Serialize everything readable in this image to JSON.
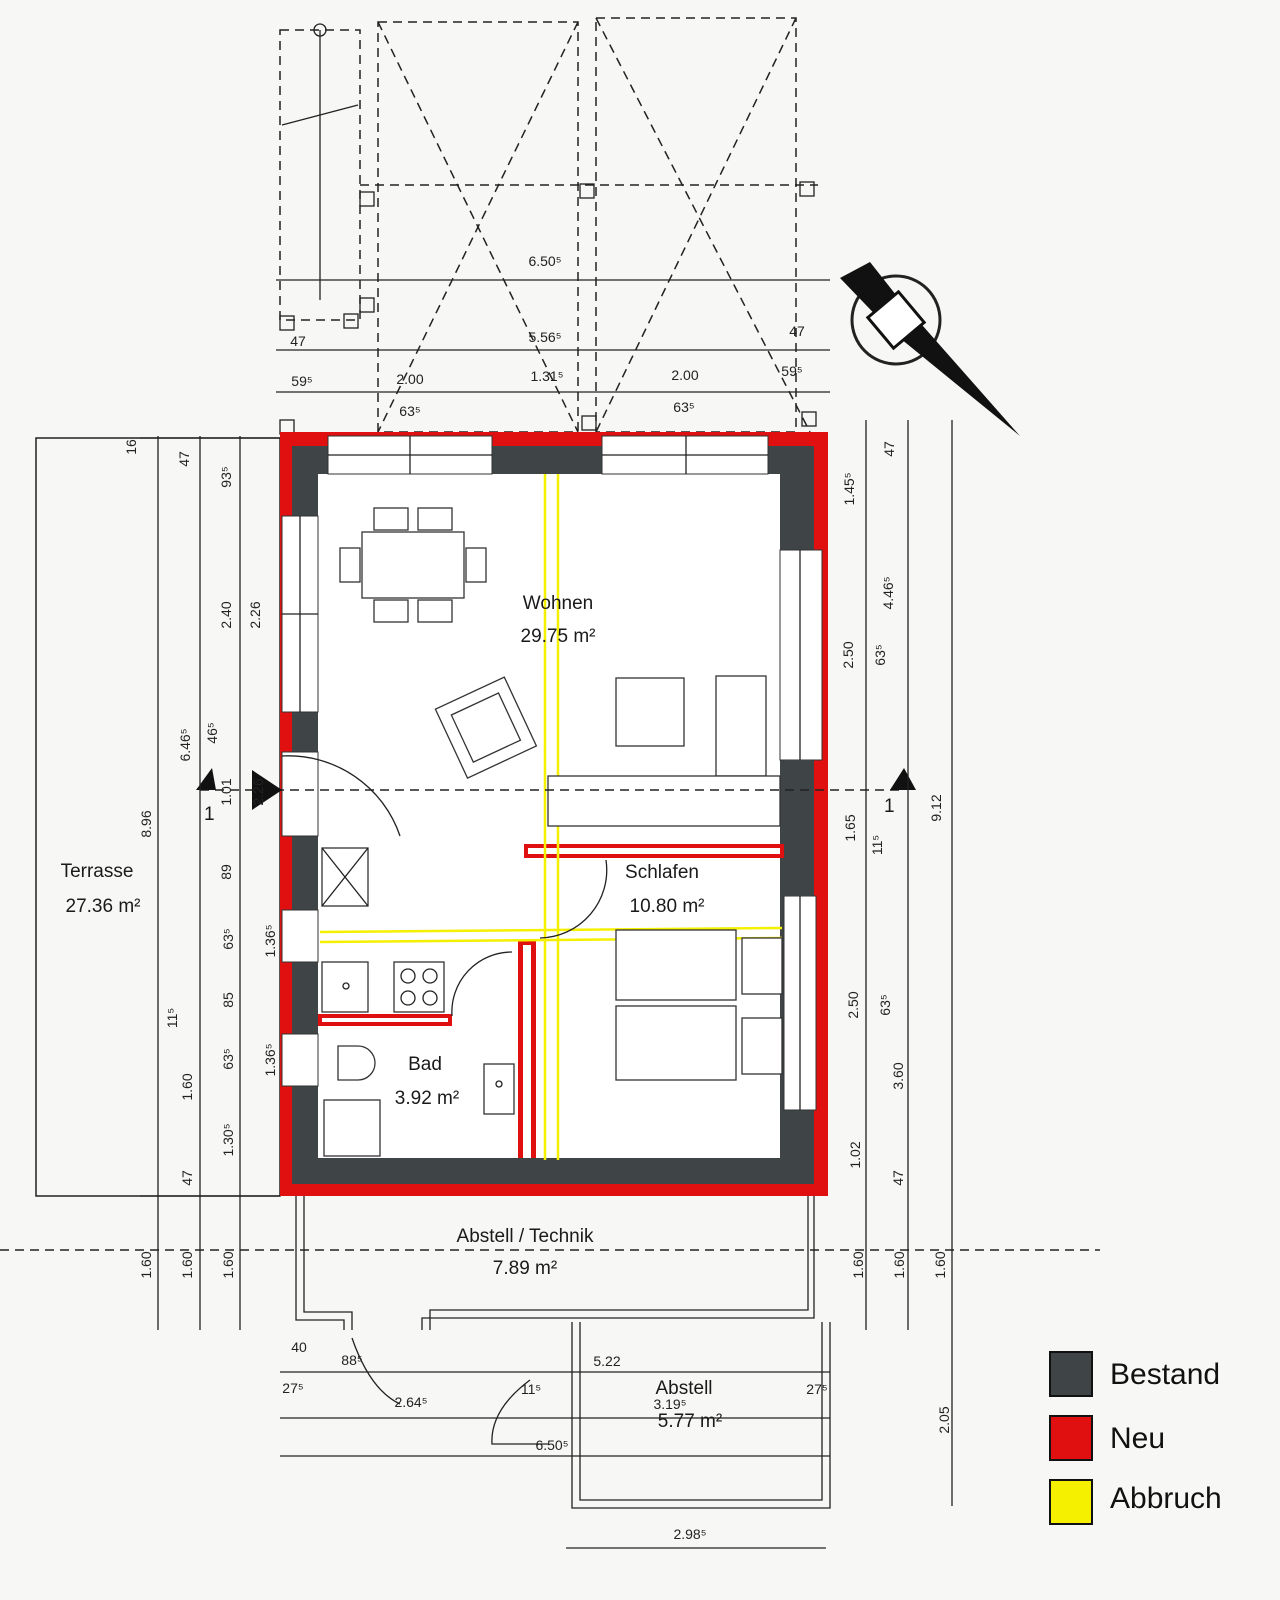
{
  "rooms": {
    "wohnen": {
      "name": "Wohnen",
      "area": "29.75 m²"
    },
    "schlafen": {
      "name": "Schlafen",
      "area": "10.80 m²"
    },
    "bad": {
      "name": "Bad",
      "area": "3.92 m²"
    },
    "terrasse": {
      "name": "Terrasse",
      "area": "27.36 m²"
    },
    "abstell_technik": {
      "name": "Abstell / Technik",
      "area": "7.89 m²"
    },
    "abstell": {
      "name": "Abstell",
      "area": "5.77 m²"
    }
  },
  "section_markers": [
    "1",
    "1"
  ],
  "dimensions": [
    "6.50⁵",
    "5.56⁵",
    "47",
    "47",
    "59⁵",
    "2.00",
    "1.31⁵",
    "2.00",
    "59⁵",
    "63⁵",
    "63⁵",
    "16",
    "47",
    "93⁵",
    "2.40",
    "2.26",
    "6.46⁵",
    "46⁵",
    "1.01",
    "2.26",
    "8.96",
    "89",
    "63⁵",
    "1.36⁵",
    "85",
    "11⁵",
    "63⁵",
    "1.36⁵",
    "1.60",
    "1.30⁵",
    "47",
    "1.60",
    "1.60",
    "1.60",
    "47",
    "1.45⁵",
    "4.46⁵",
    "2.50",
    "63⁵",
    "1.65",
    "11⁵",
    "9.12",
    "2.50",
    "63⁵",
    "3.60",
    "1.02",
    "47",
    "1.60",
    "1.60",
    "1.60",
    "2.05",
    "40",
    "88⁵",
    "27⁵",
    "2.64⁵",
    "11⁵",
    "5.22",
    "27⁵",
    "3.19⁵",
    "6.50⁵",
    "2.98⁵"
  ],
  "legend": [
    {
      "label": "Bestand",
      "color": "#3f4446"
    },
    {
      "label": "Neu",
      "color": "#e01010"
    },
    {
      "label": "Abbruch",
      "color": "#f5f000"
    }
  ],
  "colors": {
    "existing_wall": "#3f4446",
    "new_wall": "#e01010",
    "demolition": "#f5f000"
  },
  "north_arrow": "north-arrow-icon"
}
